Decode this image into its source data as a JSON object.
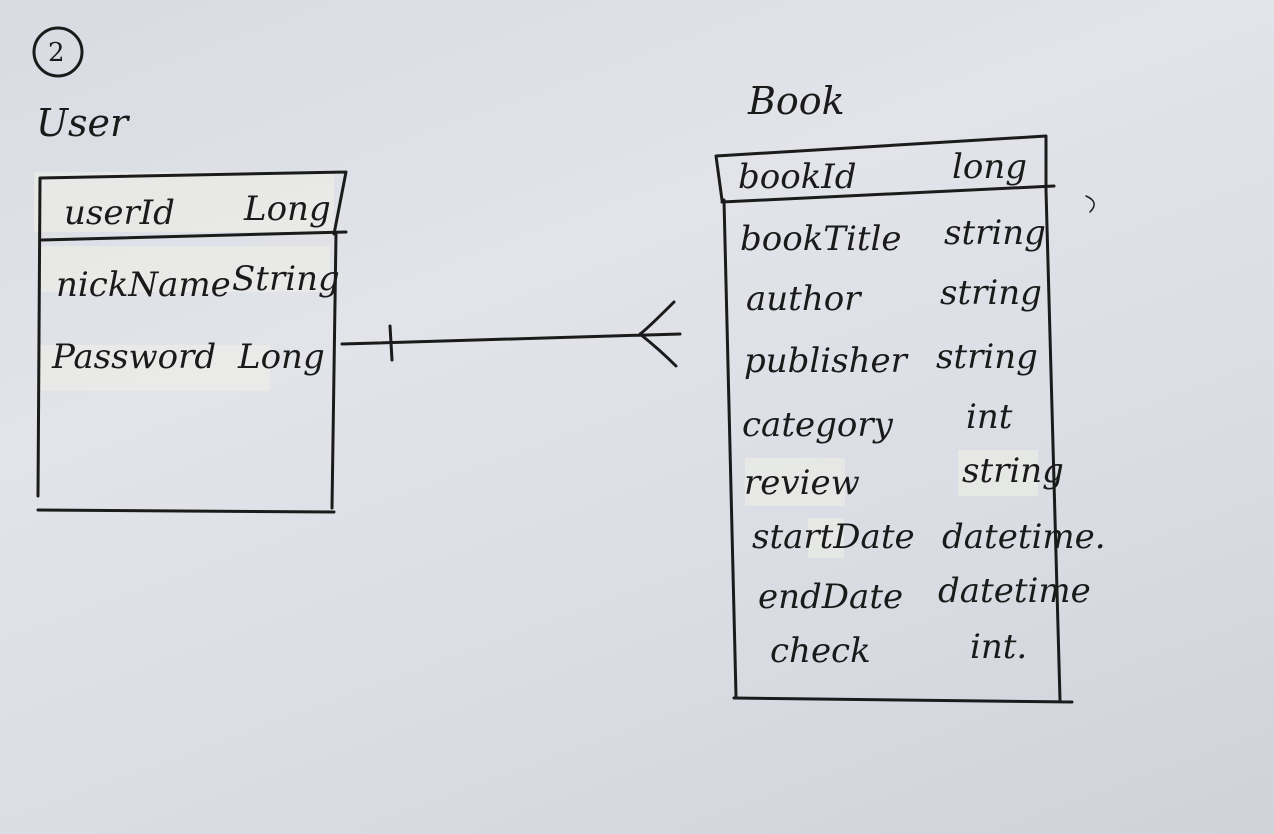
{
  "page_number": "2",
  "user": {
    "title": "User",
    "pk": {
      "name": "userId",
      "type": "Long"
    },
    "fields": [
      {
        "name": "nickName",
        "type": "String"
      },
      {
        "name": "Password",
        "type": "Long"
      }
    ]
  },
  "book": {
    "title": "Book",
    "pk": {
      "name": "bookId",
      "type": "long"
    },
    "fields": [
      {
        "name": "bookTitle",
        "type": "string"
      },
      {
        "name": "author",
        "type": "string"
      },
      {
        "name": "publisher",
        "type": "string"
      },
      {
        "name": "category",
        "type": "int"
      },
      {
        "name": "review",
        "type": "string"
      },
      {
        "name": "startDate",
        "type": "datetime."
      },
      {
        "name": "endDate",
        "type": "datetime"
      },
      {
        "name": "check",
        "type": "int."
      }
    ]
  },
  "relationship": {
    "from": "User",
    "to": "Book",
    "from_cardinality": "one",
    "to_cardinality": "many"
  }
}
